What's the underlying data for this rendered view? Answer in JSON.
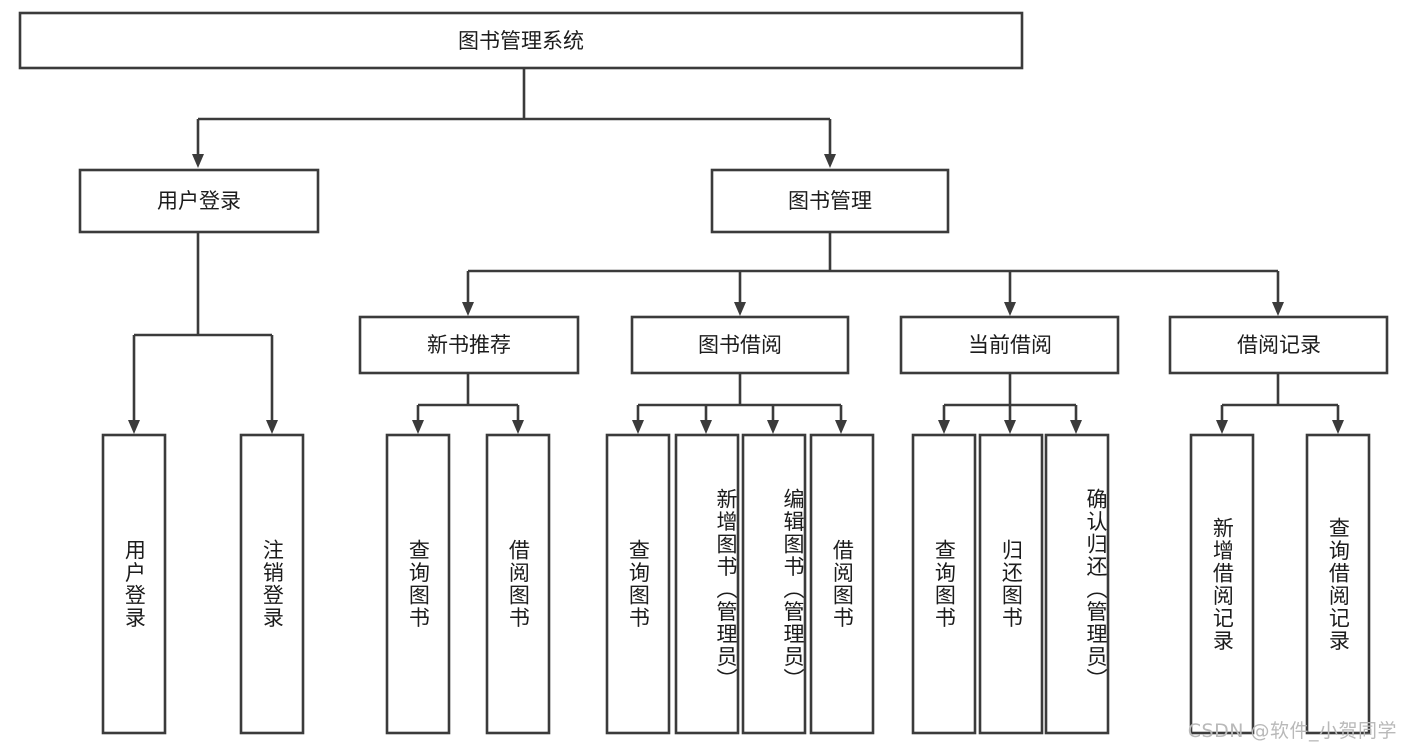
{
  "diagram": {
    "type": "tree",
    "title": "图书管理系统",
    "orientation": "top-down",
    "colors": {
      "box_stroke": "#3b3b3b",
      "box_fill": "#ffffff",
      "text": "#1c1c1c",
      "background": "#ffffff",
      "watermark": "#b9b9b9"
    },
    "root": {
      "label": "图书管理系统"
    },
    "level2": [
      {
        "label": "用户登录"
      },
      {
        "label": "图书管理"
      }
    ],
    "level3": [
      {
        "label": "新书推荐"
      },
      {
        "label": "图书借阅"
      },
      {
        "label": "当前借阅"
      },
      {
        "label": "借阅记录"
      }
    ],
    "leaves": {
      "user_login": [
        {
          "label": "用户登录"
        },
        {
          "label": "注销登录"
        }
      ],
      "new_book_recommend": [
        {
          "label": "查询图书"
        },
        {
          "label": "借阅图书"
        }
      ],
      "book_borrow": [
        {
          "label": "查询图书"
        },
        {
          "label": "新增图书（管理员）"
        },
        {
          "label": "编辑图书（管理员）"
        },
        {
          "label": "借阅图书"
        }
      ],
      "current_borrow": [
        {
          "label": "查询图书"
        },
        {
          "label": "归还图书"
        },
        {
          "label": "确认归还（管理员）"
        }
      ],
      "borrow_record": [
        {
          "label": "新增借阅记录"
        },
        {
          "label": "查询借阅记录"
        }
      ]
    }
  },
  "watermark": {
    "text": "CSDN @软件_小贺同学"
  }
}
